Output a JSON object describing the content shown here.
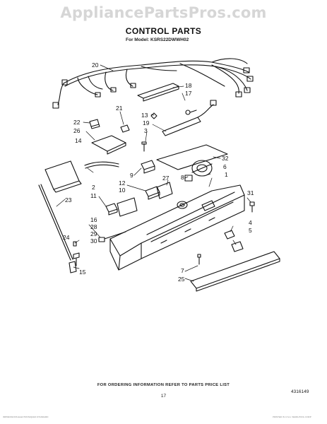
{
  "watermark": "AppliancePartsPros.com",
  "title": "CONTROL PARTS",
  "model_line": "For Model: KSRS22DWWH02",
  "footer_note": "FOR ORDERING INFORMATION REFER TO PARTS PRICE LIST",
  "page_number": "17",
  "document_number": "4316149",
  "fine_print_left": "IMPRESSIONS ELECTRONIQUES STANDARD",
  "fine_print_right": "PRINTED IN U.S.A. WHIRLPOOL CORP",
  "callouts": [
    {
      "id": "20",
      "label": "20"
    },
    {
      "id": "18",
      "label": "18"
    },
    {
      "id": "17",
      "label": "17"
    },
    {
      "id": "21",
      "label": "21"
    },
    {
      "id": "13",
      "label": "13"
    },
    {
      "id": "19",
      "label": "19"
    },
    {
      "id": "22",
      "label": "22"
    },
    {
      "id": "3",
      "label": "3"
    },
    {
      "id": "26",
      "label": "26"
    },
    {
      "id": "14",
      "label": "14"
    },
    {
      "id": "32",
      "label": "32"
    },
    {
      "id": "8",
      "label": "8"
    },
    {
      "id": "6",
      "label": "6"
    },
    {
      "id": "9",
      "label": "9"
    },
    {
      "id": "27",
      "label": "27"
    },
    {
      "id": "1",
      "label": "1"
    },
    {
      "id": "12",
      "label": "12"
    },
    {
      "id": "10",
      "label": "10"
    },
    {
      "id": "2",
      "label": "2"
    },
    {
      "id": "11",
      "label": "11"
    },
    {
      "id": "31",
      "label": "31"
    },
    {
      "id": "23",
      "label": "23"
    },
    {
      "id": "16",
      "label": "16"
    },
    {
      "id": "28",
      "label": "28"
    },
    {
      "id": "29",
      "label": "29"
    },
    {
      "id": "30",
      "label": "30"
    },
    {
      "id": "24",
      "label": "24"
    },
    {
      "id": "4",
      "label": "4"
    },
    {
      "id": "5",
      "label": "5"
    },
    {
      "id": "15",
      "label": "15"
    },
    {
      "id": "7",
      "label": "7"
    },
    {
      "id": "25",
      "label": "25"
    }
  ]
}
